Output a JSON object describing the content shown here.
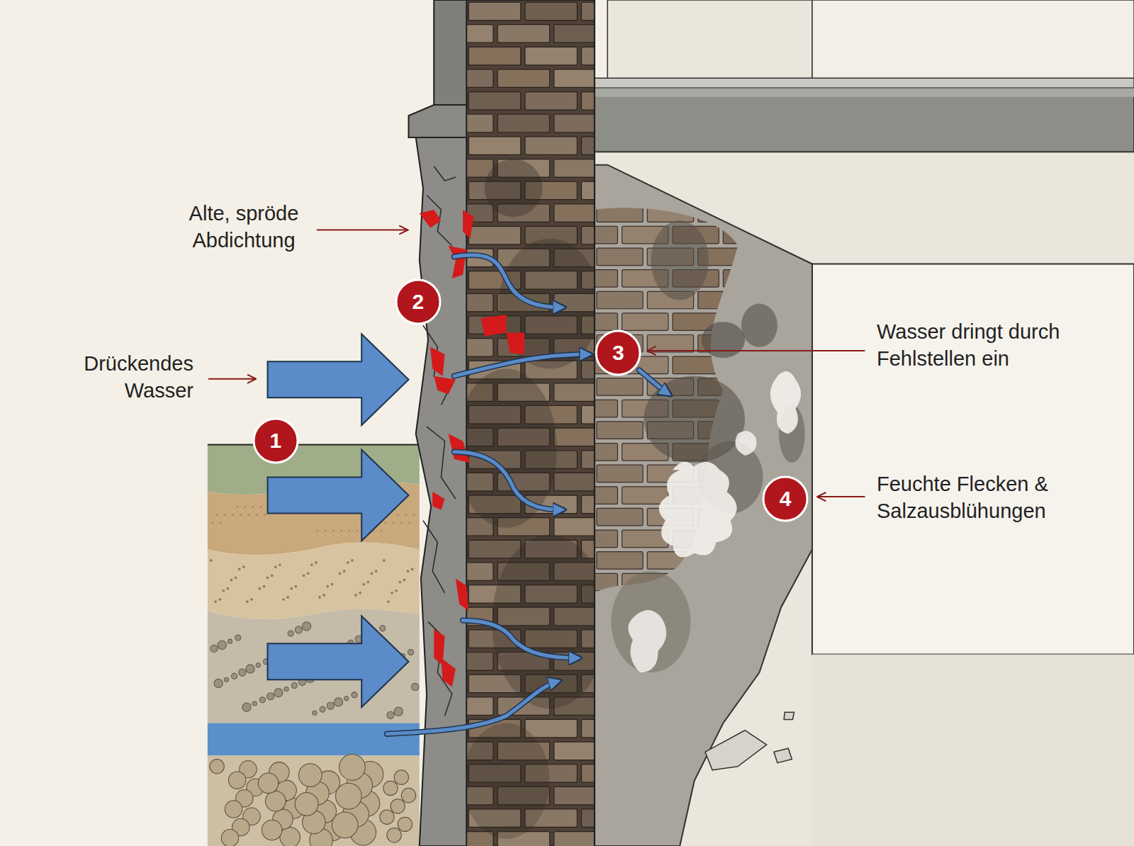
{
  "diagram": {
    "nodes": [
      {
        "text": [
          "1"
        ]
      },
      {
        "text": [
          "2"
        ]
      },
      {
        "text": [
          "3"
        ]
      },
      {
        "text": [
          "4"
        ]
      }
    ],
    "labels": [
      "Alte, spröde Abdichtung",
      "Drückendes Wasser",
      "Wasser dringt durch Fehlstellen ein",
      "Feuchte Flecken & Salzausblühungen"
    ]
  }
}
